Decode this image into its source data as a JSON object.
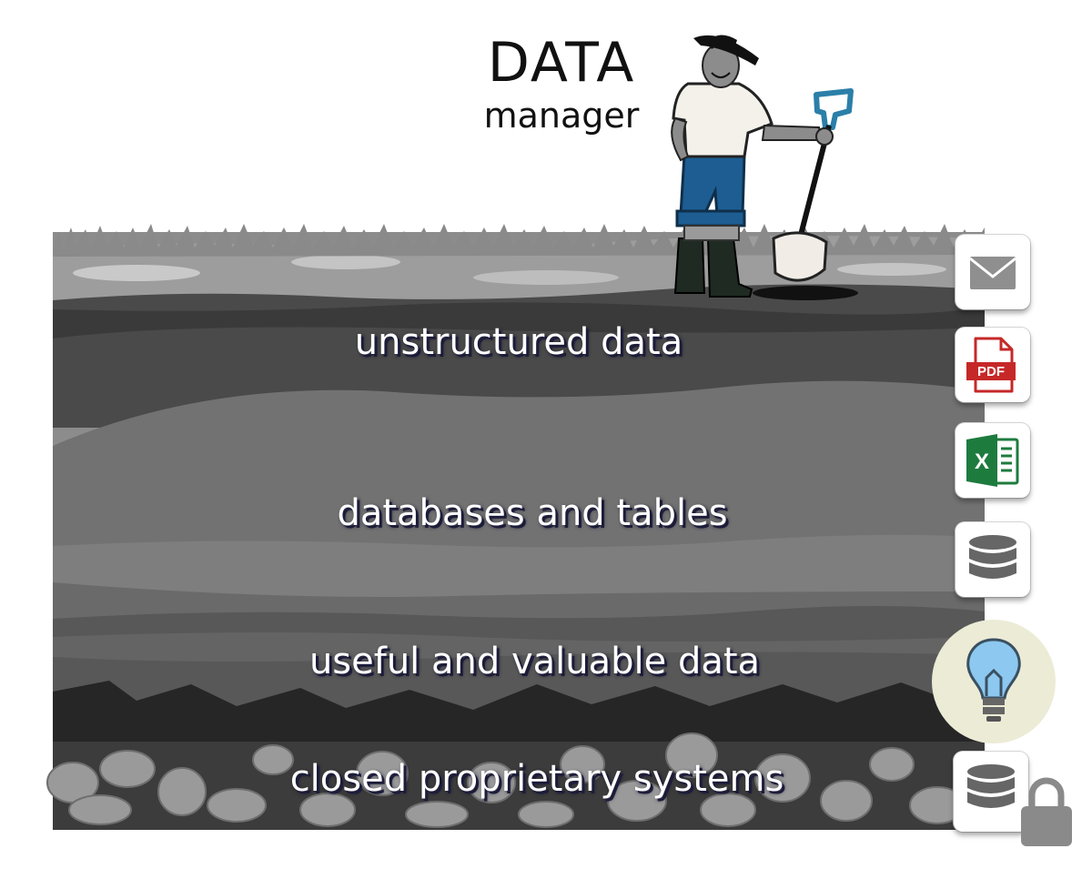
{
  "title": {
    "main": "DATA",
    "sub": "manager"
  },
  "layers": [
    {
      "label": "unstructured data"
    },
    {
      "label": "databases and tables"
    },
    {
      "label": "useful and valuable data"
    },
    {
      "label": "closed proprietary systems"
    }
  ],
  "icons": [
    {
      "name": "email-icon"
    },
    {
      "name": "pdf-file-icon",
      "text": "PDF"
    },
    {
      "name": "excel-file-icon",
      "text": "X"
    },
    {
      "name": "database-icon"
    },
    {
      "name": "lightbulb-icon"
    },
    {
      "name": "locked-database-icon"
    }
  ],
  "colors": {
    "pdf_red": "#c62828",
    "excel_green": "#1e7b3e",
    "bulb_blue": "#8cc8f0",
    "jeans_blue": "#1d5d92",
    "shovel_blue": "#2b7fa8"
  }
}
